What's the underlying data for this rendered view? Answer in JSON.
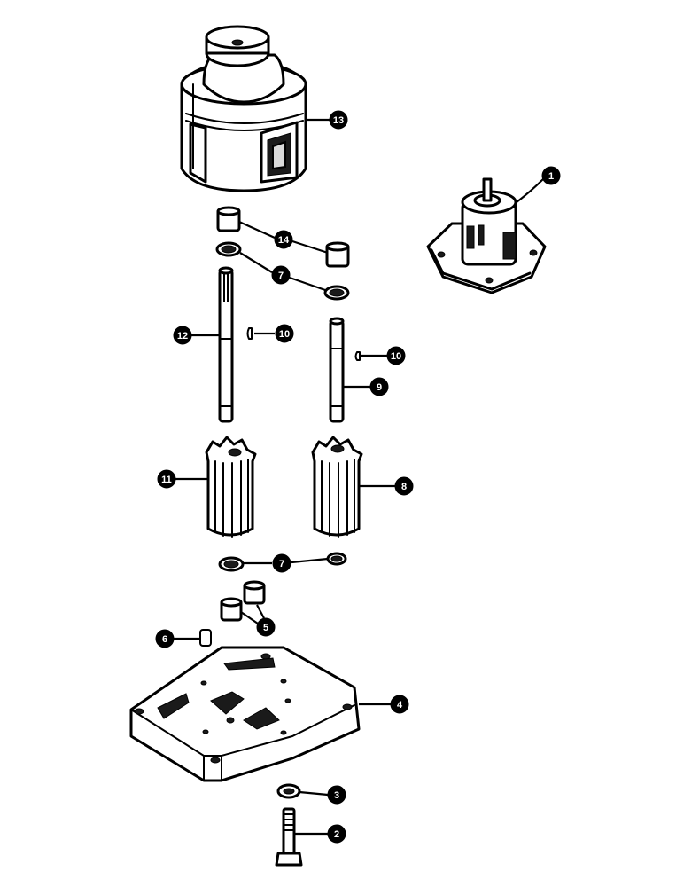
{
  "callouts": {
    "c1": "1",
    "c2": "2",
    "c3": "3",
    "c4": "4",
    "c5": "5",
    "c6": "6",
    "c7a": "7",
    "c7b": "7",
    "c8": "8",
    "c9": "9",
    "c10a": "10",
    "c10b": "10",
    "c11": "11",
    "c12": "12",
    "c13": "13",
    "c14": "14"
  },
  "colors": {
    "ink": "#000000",
    "paper": "#ffffff",
    "shade": "#1a1a1a"
  }
}
